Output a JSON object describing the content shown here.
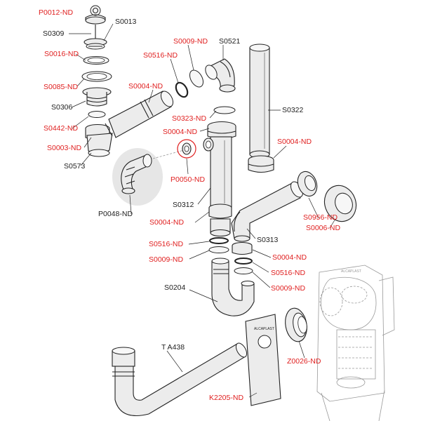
{
  "colors": {
    "highlight_label": "#e02020",
    "plain_label": "#222222",
    "line": "#222222",
    "ghost": "#999999"
  },
  "labels": {
    "p0012": "P0012-ND",
    "s0309": "S0309",
    "s0013": "S0013",
    "s0016": "S0016-ND",
    "s0085": "S0085-ND",
    "s0306": "S0306",
    "s0442": "S0442-ND",
    "s0003": "S0003-ND",
    "s0573": "S0573",
    "p0048": "P0048-ND",
    "s0004_top": "S0004-ND",
    "s0516_top": "S0516-ND",
    "s0009_top": "S0009-ND",
    "s0521": "S0521",
    "s0322": "S0322",
    "s0323": "S0323-ND",
    "s0004_mid": "S0004-ND",
    "s0004_right": "S0004-ND",
    "p0050": "P0050-ND",
    "s0312": "S0312",
    "s0004_low": "S0004-ND",
    "s0956": "S0956-ND",
    "s0006": "S0006-ND",
    "s0313": "S0313",
    "s0516_low": "S0516-ND",
    "s0009_low": "S0009-ND",
    "s0004_bottom": "S0004-ND",
    "s0516_bottom": "S0516-ND",
    "s0009_bottom": "S0009-ND",
    "s0204": "S0204",
    "ta438": "T A438",
    "z0026": "Z0026-ND",
    "k2205": "K2205-ND"
  },
  "brand_marks": {
    "plate": "ALCAPLAST",
    "box": "ALCAPLAST"
  }
}
